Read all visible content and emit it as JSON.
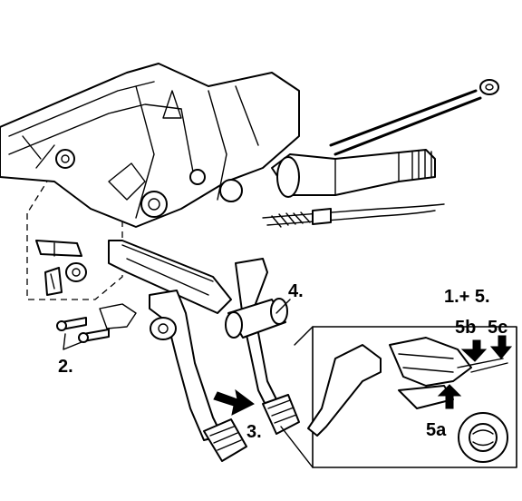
{
  "callouts": {
    "step_1_5": "1.+ 5.",
    "step_2": "2.",
    "step_3": "3.",
    "step_4": "4.",
    "step_5a": "5a",
    "step_5b": "5b",
    "step_5c": "5c"
  }
}
